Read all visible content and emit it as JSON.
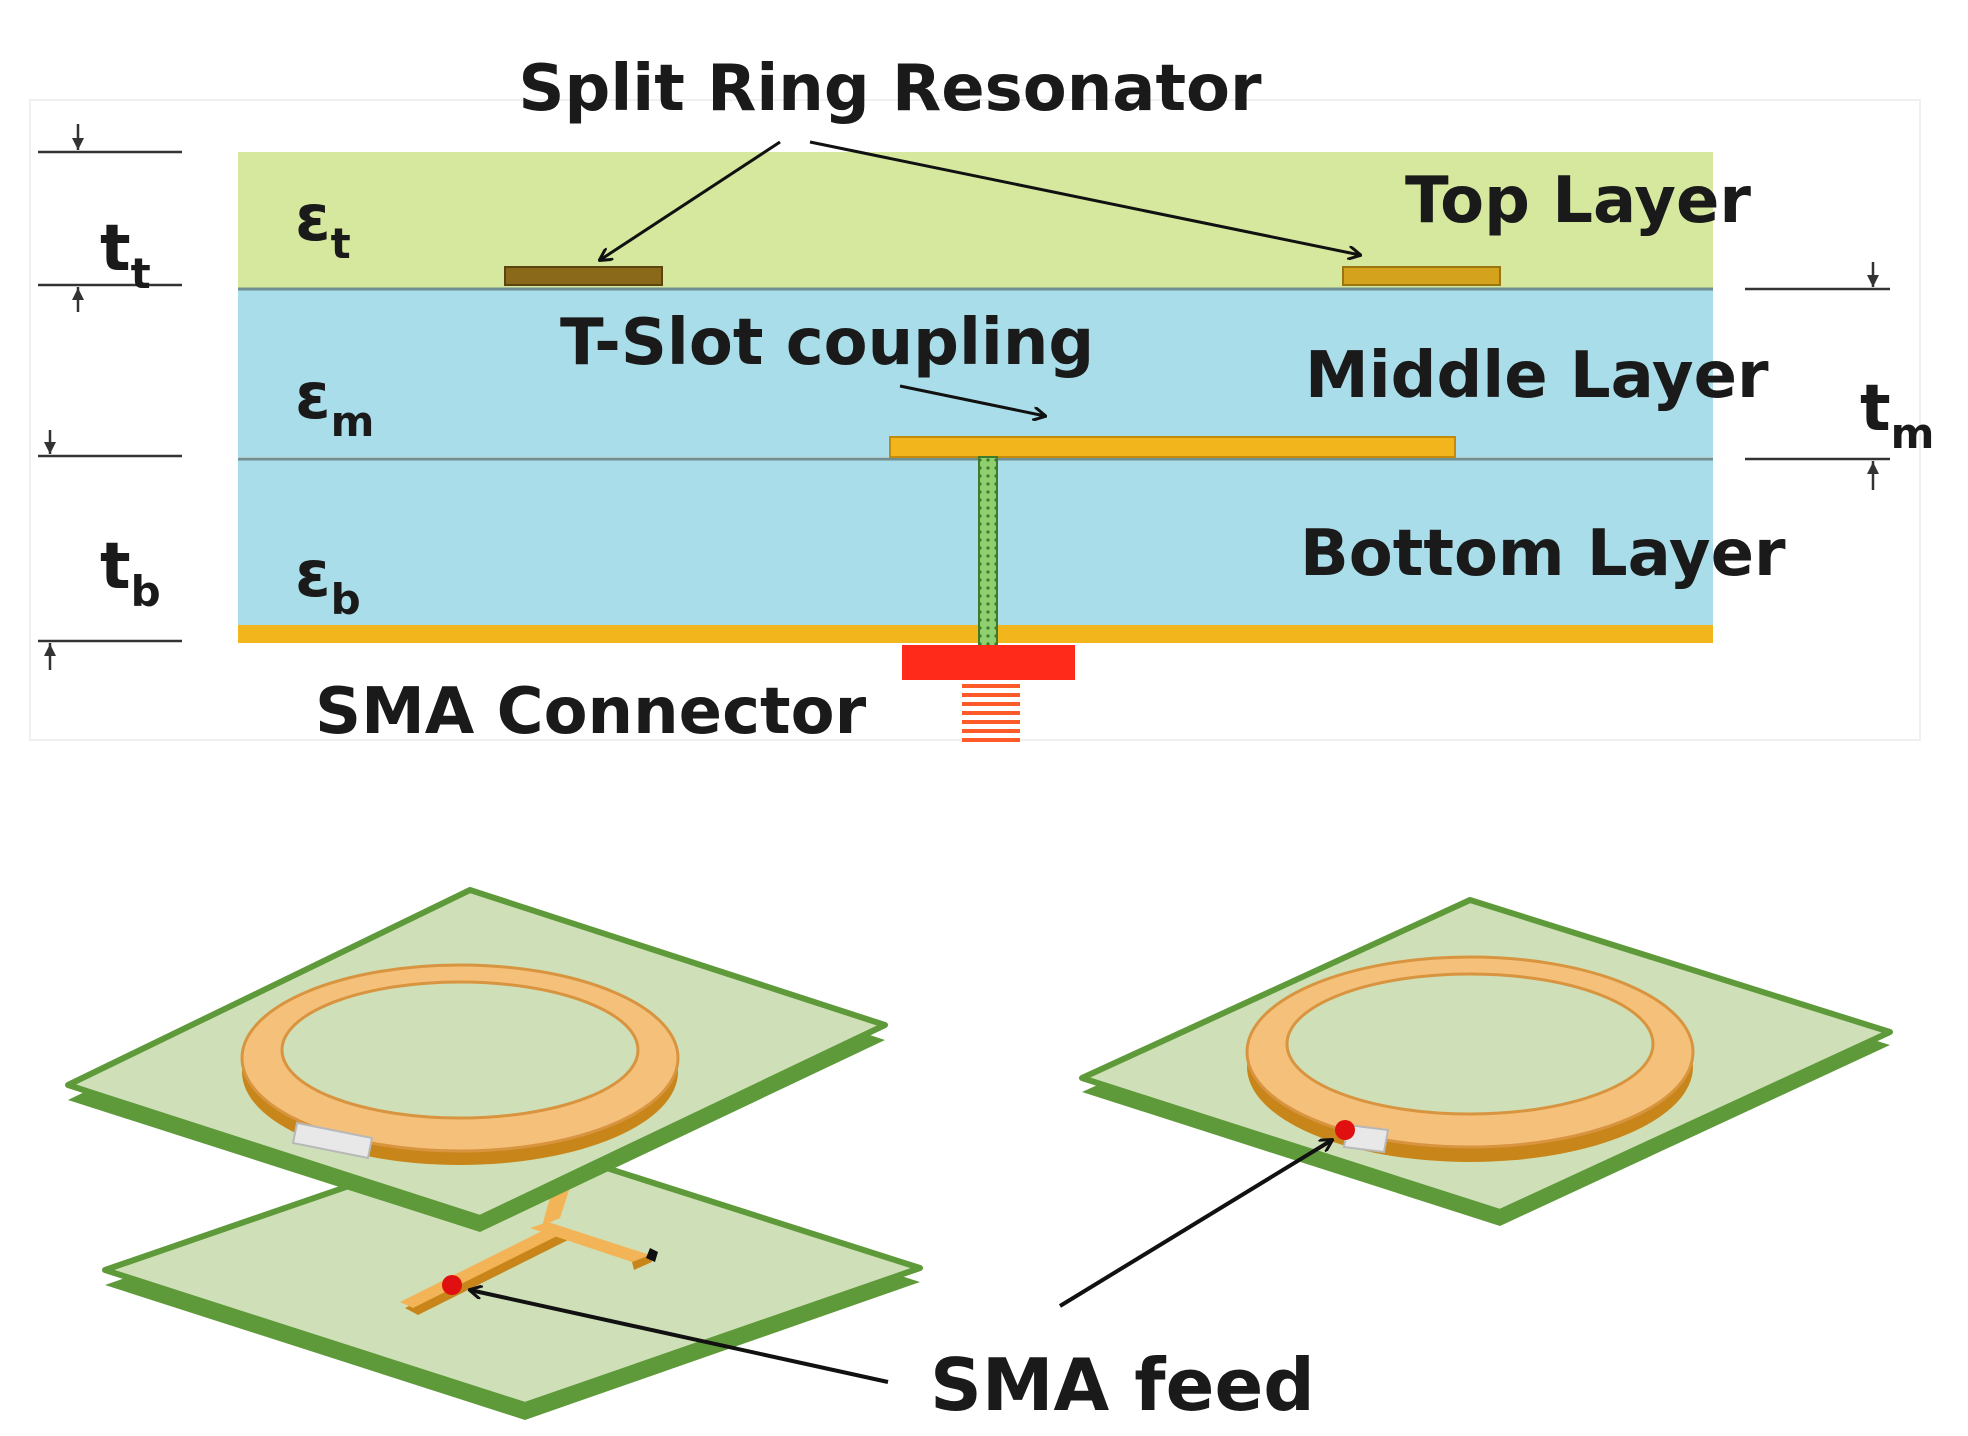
{
  "cross_section": {
    "title": "Split Ring Resonator",
    "layers": {
      "top": "Top Layer",
      "middle": "Middle Layer",
      "bottom": "Bottom Layer"
    },
    "slot_label": "T-Slot coupling",
    "connector_label": "SMA Connector",
    "permittivity": {
      "top": {
        "symbol": "ε",
        "sub": "t"
      },
      "middle": {
        "symbol": "ε",
        "sub": "m"
      },
      "bottom": {
        "symbol": "ε",
        "sub": "b"
      }
    },
    "thickness": {
      "top": {
        "symbol": "t",
        "sub": "t"
      },
      "middle": {
        "symbol": "t",
        "sub": "m"
      },
      "bottom": {
        "symbol": "t",
        "sub": "b"
      }
    },
    "colors": {
      "top_layer": "#d5e89e",
      "dielectric": "#a9dde9",
      "copper": "#f2b51b",
      "resonator_left": "#8a6a1a",
      "resonator_right": "#d4a21c",
      "connector": "#ff2a1a"
    }
  },
  "isometric": {
    "feed_label": "SMA feed",
    "colors": {
      "board": "#cfe0b8",
      "board_edge": "#5e9a3a",
      "ring": "#f5c07a",
      "gap": "#e8e8e8",
      "feed_point": "#e01010"
    }
  }
}
